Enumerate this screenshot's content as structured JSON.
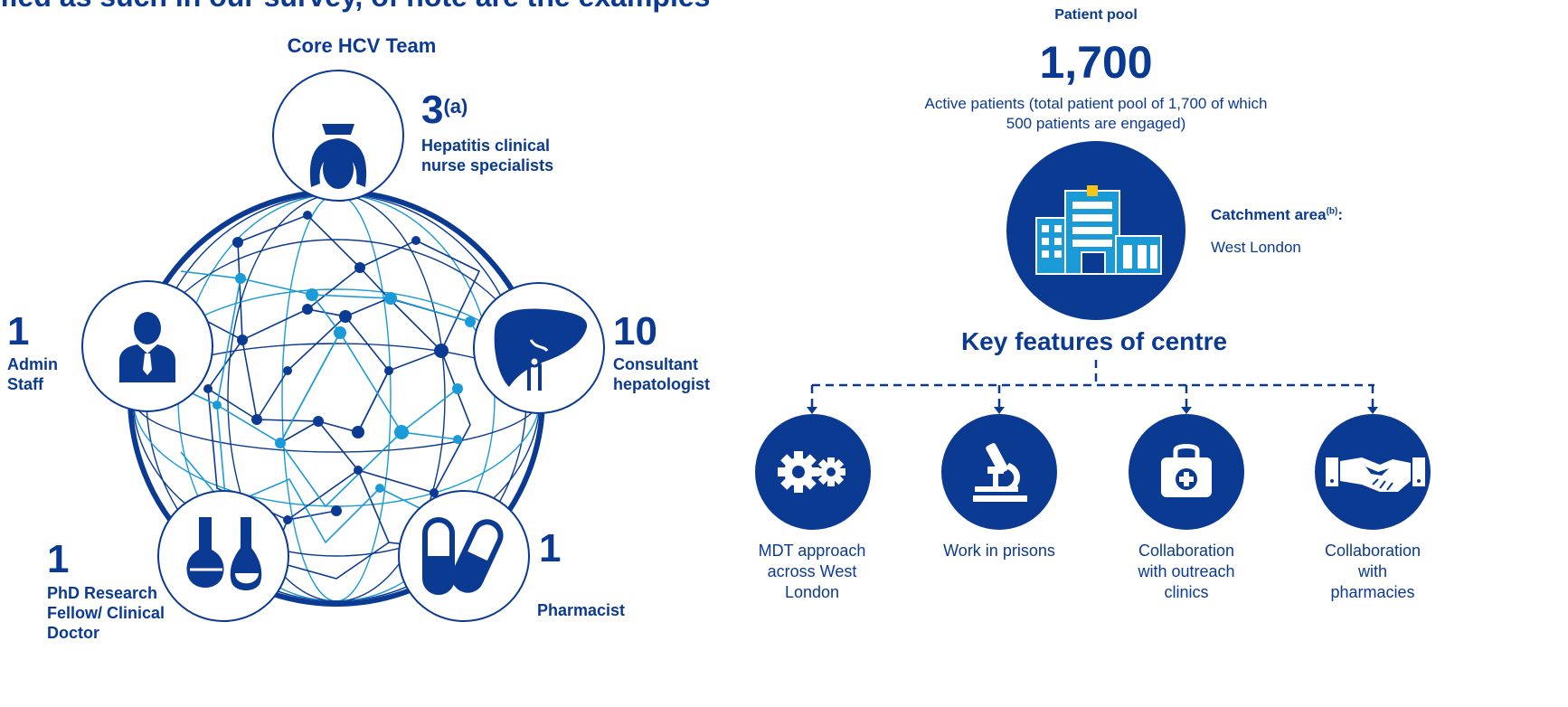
{
  "header": {
    "cut_title": "fied as such in our survey, of note are the examples",
    "team_title": "Core HCV Team"
  },
  "team": {
    "nurses": {
      "count": "3",
      "note": "(a)",
      "label_line1": "Hepatitis clinical",
      "label_line2": "nurse specialists",
      "icon": "nurse-icon"
    },
    "consultant": {
      "count": "10",
      "label_line1": "Consultant",
      "label_line2": "hepatologist",
      "icon": "liver-icon"
    },
    "pharmacist": {
      "count": "1",
      "label": "Pharmacist",
      "icon": "pills-icon"
    },
    "phd": {
      "count": "1",
      "label_line1": "PhD Research",
      "label_line2": "Fellow/ Clinical",
      "label_line3": "Doctor",
      "icon": "flasks-icon"
    },
    "admin": {
      "count": "1",
      "label_line1": "Admin",
      "label_line2": "Staff",
      "icon": "admin-person-icon"
    }
  },
  "patient_pool": {
    "title": "Patient pool",
    "number": "1,700",
    "desc_line1": "Active patients (total patient pool of 1,700 of which",
    "desc_line2": "500 patients are engaged)"
  },
  "catchment": {
    "label": "Catchment area",
    "note": "(b)",
    "colon": ":",
    "value": "West London",
    "icon": "hospital-icon"
  },
  "key_features": {
    "title": "Key features of centre",
    "items": [
      {
        "icon": "gears-icon",
        "line1": "MDT approach",
        "line2": "across West",
        "line3": "London"
      },
      {
        "icon": "microscope-icon",
        "line1": "Work in prisons",
        "line2": "",
        "line3": ""
      },
      {
        "icon": "medical-kit-icon",
        "line1": "Collaboration",
        "line2": "with outreach",
        "line3": "clinics"
      },
      {
        "icon": "handshake-icon",
        "line1": "Collaboration",
        "line2": "with",
        "line3": "pharmacies"
      }
    ]
  },
  "colors": {
    "navy": "#0b3a93",
    "light_blue": "#1a9ad6"
  }
}
